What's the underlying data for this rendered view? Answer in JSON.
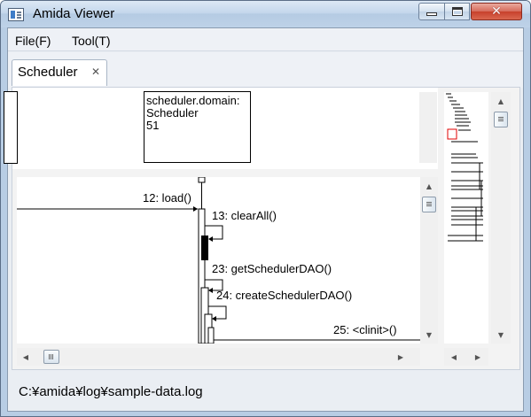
{
  "window": {
    "title": "Amida Viewer",
    "close_glyph": "✕"
  },
  "menu": {
    "items": [
      "File(F)",
      "Tool(T)"
    ]
  },
  "tabs": [
    {
      "label": "Scheduler",
      "close_glyph": "✕"
    }
  ],
  "lifeline": {
    "lines": [
      "scheduler.domain:",
      "Scheduler",
      "51"
    ]
  },
  "messages": [
    {
      "label": "12: load()"
    },
    {
      "label": "13: clearAll()"
    },
    {
      "label": "23: getSchedulerDAO()"
    },
    {
      "label": "24: createSchedulerDAO()"
    },
    {
      "label": "25: <clinit>()"
    }
  ],
  "scroll": {
    "up": "▲",
    "down": "▼",
    "left": "◀",
    "right": "▶"
  },
  "status": {
    "path": "C:¥amida¥log¥sample-data.log"
  },
  "colors": {
    "overview_viewport": "#e00000"
  }
}
